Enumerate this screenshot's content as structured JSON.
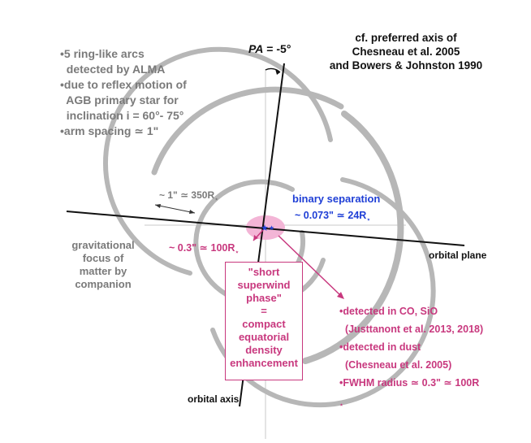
{
  "axis": {
    "pa_symbol": "PA",
    "pa_value": " = -5°",
    "preferred_axis_lines": [
      "cf. preferred axis of",
      "Chesneau et al. 2005",
      "and Bowers & Johnston 1990"
    ]
  },
  "bullets": [
    [
      "•5 ring-like arcs",
      "  detected by ALMA"
    ],
    [
      "•due to reflex motion of",
      "  AGB primary star for",
      "  inclination i = 60°- 75°"
    ],
    [
      "•arm spacing ≃ 1\""
    ]
  ],
  "labels": {
    "arm_spacing": "~ 1\" ≃ 350R",
    "binary_separation_title": "binary separation",
    "binary_separation_value": "~ 0.073\" ≃ 24R",
    "inner_radius": "~ 0.3\" ≃ 100R",
    "gravitational_focus": [
      "gravitational",
      "focus of",
      "matter by",
      "companion"
    ],
    "orbital_plane": "orbital plane",
    "orbital_axis": "orbital axis",
    "star_subscript": "⋆"
  },
  "superwind_box": [
    "\"short",
    "superwind",
    "phase\"",
    "=",
    "compact",
    "equatorial",
    "density",
    "enhancement"
  ],
  "detections": [
    "•detected in CO, SiO",
    "  (Justtanont et al. 2013, 2018)",
    "•detected in dust",
    "  (Chesneau et al. 2005)",
    "•FWHM radius ≃ 0.3\" ≃ 100R"
  ],
  "colors": {
    "arcs": "#b7b7b7",
    "magenta": "#c8387e",
    "blue": "#1f3fd6",
    "ellipse": "#f3b5d6",
    "gray_text": "#7a7a7a"
  }
}
